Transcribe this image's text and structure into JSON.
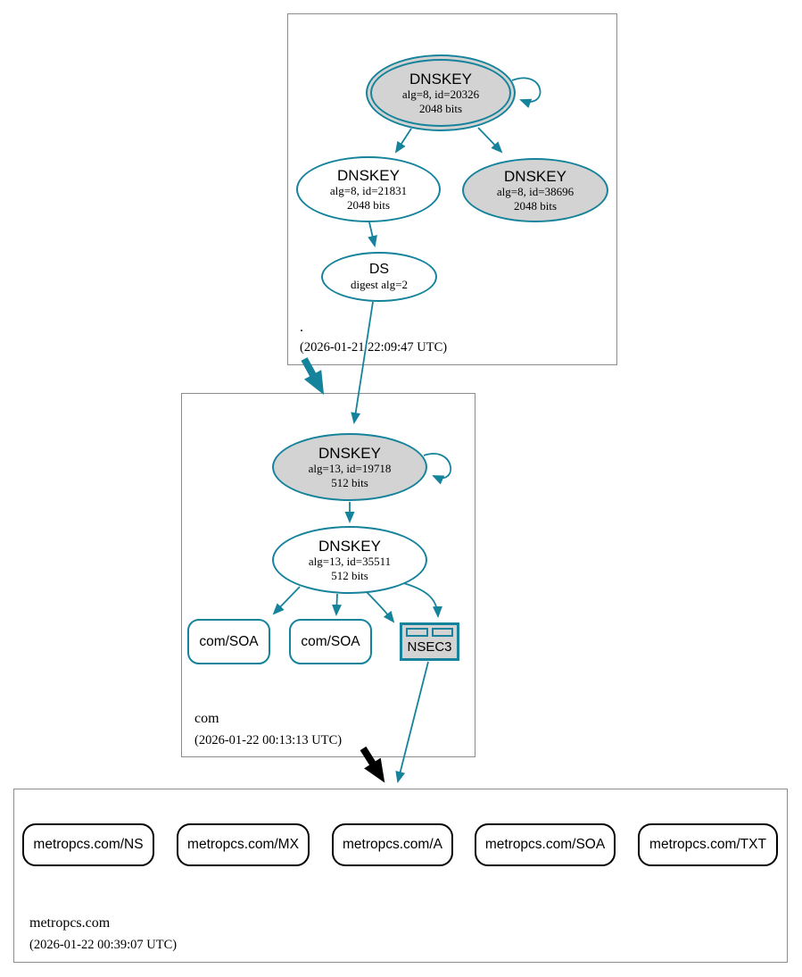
{
  "diagram": "DNSSEC authentication chain",
  "colors": {
    "secure_edge": "#15839b",
    "insecure_edge": "#000000",
    "node_fill_gray": "#d3d3d3",
    "node_fill_white": "#ffffff",
    "zone_box_border": "#8c8c8c"
  },
  "zones": {
    "root": {
      "name": ".",
      "timestamp": "(2026-01-21 22:09:47 UTC)"
    },
    "com": {
      "name": "com",
      "timestamp": "(2026-01-22 00:13:13 UTC)"
    },
    "metropcs": {
      "name": "metropcs.com",
      "timestamp": "(2026-01-22 00:39:07 UTC)"
    }
  },
  "nodes": {
    "root_ksk": {
      "title": "DNSKEY",
      "detail1": "alg=8, id=20326",
      "detail2": "2048 bits"
    },
    "root_zsk": {
      "title": "DNSKEY",
      "detail1": "alg=8, id=21831",
      "detail2": "2048 bits"
    },
    "root_key2": {
      "title": "DNSKEY",
      "detail1": "alg=8, id=38696",
      "detail2": "2048 bits"
    },
    "root_ds": {
      "title": "DS",
      "detail1": "digest alg=2"
    },
    "com_ksk": {
      "title": "DNSKEY",
      "detail1": "alg=13, id=19718",
      "detail2": "512 bits"
    },
    "com_zsk": {
      "title": "DNSKEY",
      "detail1": "alg=13, id=35511",
      "detail2": "512 bits"
    },
    "com_soa_1": {
      "label": "com/SOA"
    },
    "com_soa_2": {
      "label": "com/SOA"
    },
    "nsec3": {
      "label": "NSEC3"
    },
    "metropcs_ns": {
      "label": "metropcs.com/NS"
    },
    "metropcs_mx": {
      "label": "metropcs.com/MX"
    },
    "metropcs_a": {
      "label": "metropcs.com/A"
    },
    "metropcs_soa": {
      "label": "metropcs.com/SOA"
    },
    "metropcs_txt": {
      "label": "metropcs.com/TXT"
    }
  }
}
